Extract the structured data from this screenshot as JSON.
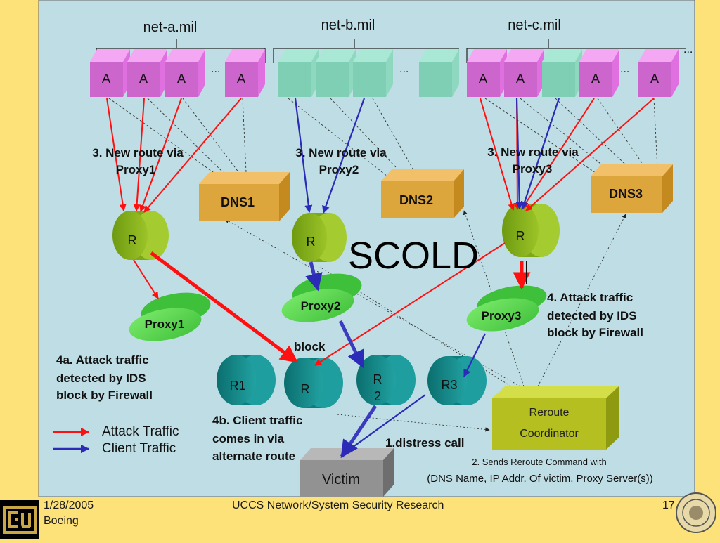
{
  "slide": {
    "title": "SCOLD",
    "domains": {
      "a": "net-a.mil",
      "b": "net-b.mil",
      "c": "net-c.mil"
    },
    "agent_label": "A",
    "ellipsis": "...",
    "dns": {
      "d1": "DNS1",
      "d2": "DNS2",
      "d3": "DNS3"
    },
    "router_label": "R",
    "proxies": {
      "p1": "Proxy1",
      "p2": "Proxy2",
      "p3": "Proxy3"
    },
    "routers_bottom": {
      "r1": "R1",
      "r": "R",
      "r2_top": "R",
      "r2_bottom": "2",
      "r3": "R3"
    },
    "victim": "Victim",
    "coordinator": {
      "line1": "Reroute",
      "line2": "Coordinator"
    },
    "labels": {
      "route1_line1": "3. New route via",
      "route1_line2": "Proxy1",
      "route2_line1": "3. New route via",
      "route2_line2": "Proxy2",
      "route3_line1": "3. New route via",
      "route3_line2": "Proxy3",
      "attack4_line1": "4. Attack traffic",
      "attack4_line2": "detected  by IDS",
      "attack4_line3": "block by Firewall",
      "attack4a_line1": "4a. Attack traffic",
      "attack4a_line2": "detected  by IDS",
      "attack4a_line3": "block by Firewall",
      "block": "block",
      "client4b_line1": "4b. Client traffic",
      "client4b_line2": "comes in via",
      "client4b_line3": "alternate route",
      "distress": "1.distress call",
      "sends_line1": "2. Sends Reroute  Command with",
      "sends_line2": "(DNS Name, IP Addr. Of victim, Proxy Server(s))"
    },
    "legend": {
      "attack": "Attack Traffic",
      "client": "Client Traffic",
      "attack_color": "#FF0000",
      "client_color": "#1F1FC8"
    }
  },
  "footer": {
    "date": "1/28/2005",
    "org": "Boeing",
    "center": "UCCS Network/System Security Research",
    "page": "17"
  }
}
